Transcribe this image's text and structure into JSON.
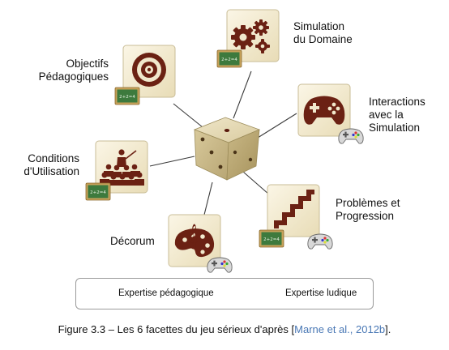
{
  "center": {
    "icon": "dice-icon"
  },
  "facets": [
    {
      "id": "simulation",
      "label": "Simulation\ndu Domaine",
      "icon": "gears-icon",
      "badges": [
        "chalkboard-icon"
      ]
    },
    {
      "id": "interactions",
      "label": "Interactions\navec la\nSimulation",
      "icon": "gamepad-icon",
      "badges": [
        "gamepad-badge-icon"
      ]
    },
    {
      "id": "problemes",
      "label": "Problèmes et\nProgression",
      "icon": "stairs-icon",
      "badges": [
        "chalkboard-icon",
        "gamepad-badge-icon"
      ]
    },
    {
      "id": "decorum",
      "label": "Décorum",
      "icon": "palette-icon",
      "badges": [
        "gamepad-badge-icon"
      ]
    },
    {
      "id": "conditions",
      "label": "Conditions\nd'Utilisation",
      "icon": "audience-icon",
      "badges": [
        "chalkboard-icon"
      ]
    },
    {
      "id": "objectifs",
      "label": "Objectifs\nPédagogiques",
      "icon": "target-icon",
      "badges": [
        "chalkboard-icon"
      ]
    }
  ],
  "chalkboard_text": "2+2=4",
  "legend": {
    "pedagogique": "Expertise pédagogique",
    "ludique": "Expertise ludique"
  },
  "caption": {
    "prefix": "Figure 3.3 – Les 6 facettes du jeu sérieux d'après [",
    "citation": "Marne et al., 2012b",
    "suffix": "]."
  },
  "colors": {
    "icon": "#6b2113",
    "tile": "#f1e8cc",
    "chalkboard": "#3d7a3d",
    "chalk_frame": "#c8a25a",
    "citation": "#4a78b5"
  }
}
